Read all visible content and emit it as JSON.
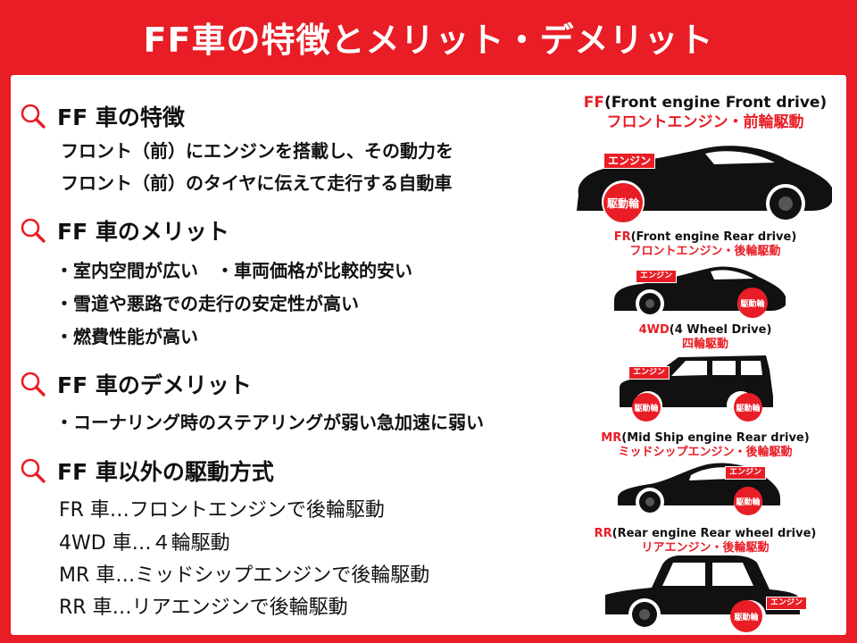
{
  "header": {
    "title": "FF車の特徴とメリット・デメリット"
  },
  "sections": [
    {
      "title": "FF 車の特徴",
      "lines": [
        "フロント（前）にエンジンを搭載し、その動力を",
        "フロント（前）のタイヤに伝えて走行する自動車"
      ]
    },
    {
      "title": "FF 車のメリット",
      "lines": [
        "・室内空間が広い　・車両価格が比較的安い",
        "・雪道や悪路での走行の安定性が高い",
        "・燃費性能が高い"
      ]
    },
    {
      "title": "FF 車のデメリット",
      "lines": [
        "・コーナリング時のステアリングが弱い急加速に弱い"
      ]
    },
    {
      "title": "FF 車以外の駆動方式",
      "lines": [
        "FR 車…フロントエンジンで後輪駆動",
        "4WD 車…４輪駆動",
        "MR 車…ミッドシップエンジンで後輪駆動",
        "RR 車…リアエンジンで後輪駆動"
      ]
    }
  ],
  "cars": [
    {
      "abbr": "FF",
      "en": "(Front engine Front drive)",
      "jp": "フロントエンジン・前輪駆動",
      "engine": "エンジン",
      "drive": "駆動輪"
    },
    {
      "abbr": "FR",
      "en": "(Front engine Rear drive)",
      "jp": "フロントエンジン・後輪駆動",
      "engine": "エンジン",
      "drive": "駆動輪"
    },
    {
      "abbr": "4WD",
      "en": "(4 Wheel Drive)",
      "jp": "四輪駆動",
      "engine": "エンジン",
      "drive": "駆動輪",
      "drive2": "駆動輪"
    },
    {
      "abbr": "MR",
      "en": "(Mid Ship engine Rear drive)",
      "jp": "ミッドシップエンジン・後輪駆動",
      "engine": "エンジン",
      "drive": "駆動輪"
    },
    {
      "abbr": "RR",
      "en": "(Rear engine Rear wheel  drive)",
      "jp": "リアエンジン・後輪駆動",
      "engine": "エンジン",
      "drive": "駆動輪"
    }
  ],
  "colors": {
    "accent": "#e81d25",
    "text": "#111111",
    "panel": "#ffffff"
  },
  "icons": {
    "section": "magnifier-icon"
  }
}
